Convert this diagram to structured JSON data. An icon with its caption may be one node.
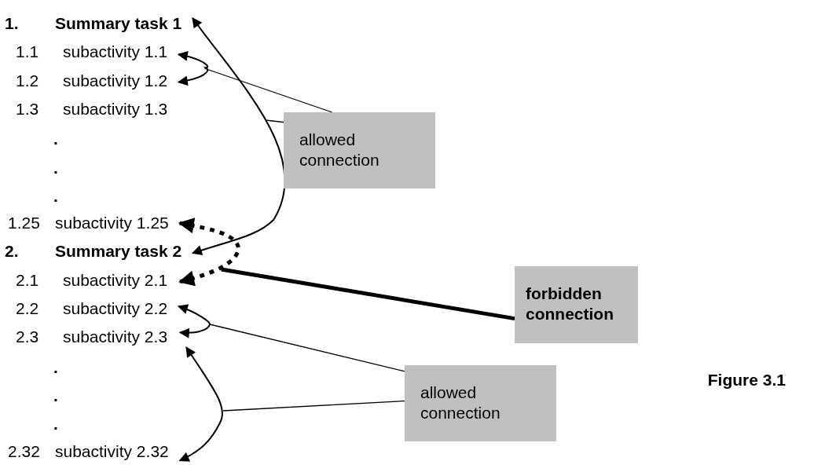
{
  "diagram": {
    "caption": "Figure 3.1",
    "nodes": [
      {
        "text": [
          "1.",
          "Summary task 1"
        ]
      },
      {
        "text": [
          "1.1",
          "subactivity 1.1"
        ]
      },
      {
        "text": [
          "1.2",
          "subactivity 1.2"
        ]
      },
      {
        "text": [
          "1.3",
          "subactivity 1.3"
        ]
      },
      {
        "text": [
          "1.25",
          "subactivity 1.25"
        ]
      },
      {
        "text": [
          "2.",
          "Summary task 2"
        ]
      },
      {
        "text": [
          "2.1",
          "subactivity 2.1"
        ]
      },
      {
        "text": [
          "2.2",
          "subactivity 2.2"
        ]
      },
      {
        "text": [
          "2.3",
          "subactivity 2.3"
        ]
      },
      {
        "text": [
          "2.32",
          "subactivity 2.32"
        ]
      },
      {
        "text": [
          "allowed connection"
        ]
      },
      {
        "text": [
          "forbidden connection"
        ]
      },
      {
        "text": [
          "allowed connection"
        ]
      }
    ],
    "edges": [
      {
        "from": 1,
        "to": 2,
        "arrow": "both"
      },
      {
        "from": 0,
        "to": 5,
        "arrow": "both"
      },
      {
        "from": 4,
        "to": 6,
        "arrow": "both",
        "style": "dashed"
      },
      {
        "from": 7,
        "to": 8,
        "arrow": "both"
      },
      {
        "from": 8,
        "to": 9,
        "arrow": "both"
      },
      {
        "from": 10,
        "to": null,
        "arrow": "none"
      },
      {
        "from": 10,
        "to": null,
        "arrow": "none"
      },
      {
        "from": 11,
        "to": null,
        "arrow": "none",
        "style": "thick"
      },
      {
        "from": 12,
        "to": null,
        "arrow": "none"
      },
      {
        "from": 12,
        "to": null,
        "arrow": "none"
      }
    ],
    "labels": [
      ".",
      ".",
      ".",
      ".",
      ".",
      "."
    ]
  }
}
